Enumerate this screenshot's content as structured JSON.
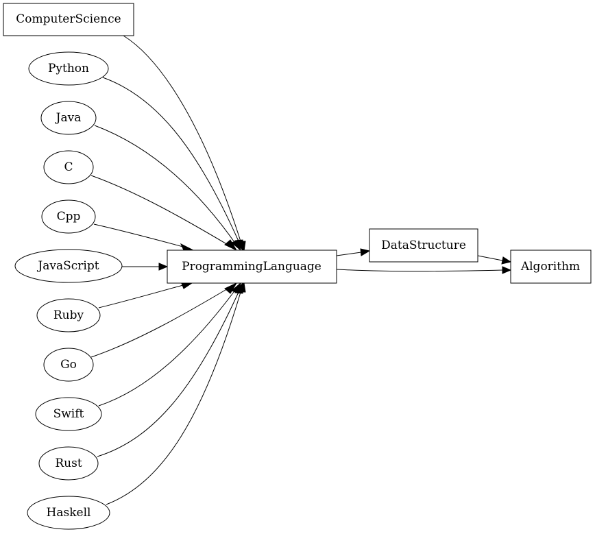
{
  "diagram": {
    "nodes": {
      "computer_science": "ComputerScience",
      "python": "Python",
      "java": "Java",
      "c": "C",
      "cpp": "Cpp",
      "javascript": "JavaScript",
      "ruby": "Ruby",
      "go": "Go",
      "swift": "Swift",
      "rust": "Rust",
      "haskell": "Haskell",
      "programming_language": "ProgrammingLanguage",
      "data_structure": "DataStructure",
      "algorithm": "Algorithm"
    },
    "edges": [
      {
        "from": "ComputerScience",
        "to": "ProgrammingLanguage"
      },
      {
        "from": "Python",
        "to": "ProgrammingLanguage"
      },
      {
        "from": "Java",
        "to": "ProgrammingLanguage"
      },
      {
        "from": "C",
        "to": "ProgrammingLanguage"
      },
      {
        "from": "Cpp",
        "to": "ProgrammingLanguage"
      },
      {
        "from": "JavaScript",
        "to": "ProgrammingLanguage"
      },
      {
        "from": "Ruby",
        "to": "ProgrammingLanguage"
      },
      {
        "from": "Go",
        "to": "ProgrammingLanguage"
      },
      {
        "from": "Swift",
        "to": "ProgrammingLanguage"
      },
      {
        "from": "Rust",
        "to": "ProgrammingLanguage"
      },
      {
        "from": "Haskell",
        "to": "ProgrammingLanguage"
      },
      {
        "from": "ProgrammingLanguage",
        "to": "DataStructure"
      },
      {
        "from": "ProgrammingLanguage",
        "to": "Algorithm"
      },
      {
        "from": "DataStructure",
        "to": "Algorithm"
      }
    ]
  }
}
